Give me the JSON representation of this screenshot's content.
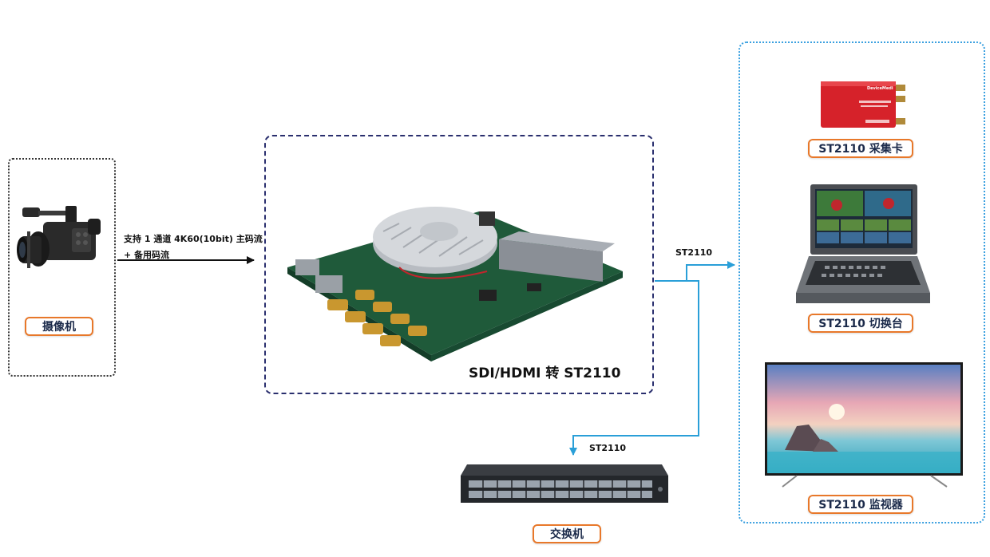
{
  "camera": {
    "label": "摄像机"
  },
  "input_link": {
    "line1": "支持 1 通道 4K60(10bit) 主码流",
    "line2": "+ 备用码流"
  },
  "board": {
    "title": "SDI/HDMI 转 ST2110"
  },
  "links": {
    "to_outputs": "ST2110",
    "to_switch": "ST2110"
  },
  "switch": {
    "label": "交换机"
  },
  "outputs": [
    {
      "label": "ST2110 采集卡"
    },
    {
      "label": "ST2110 切换台"
    },
    {
      "label": "ST2110 监视器"
    }
  ],
  "capture_card": {
    "brand_text": "DeviceMedi"
  },
  "colors": {
    "accent_blue": "#2a9fd8",
    "tag_border": "#e8782a",
    "board_border": "#2a2f6e"
  }
}
